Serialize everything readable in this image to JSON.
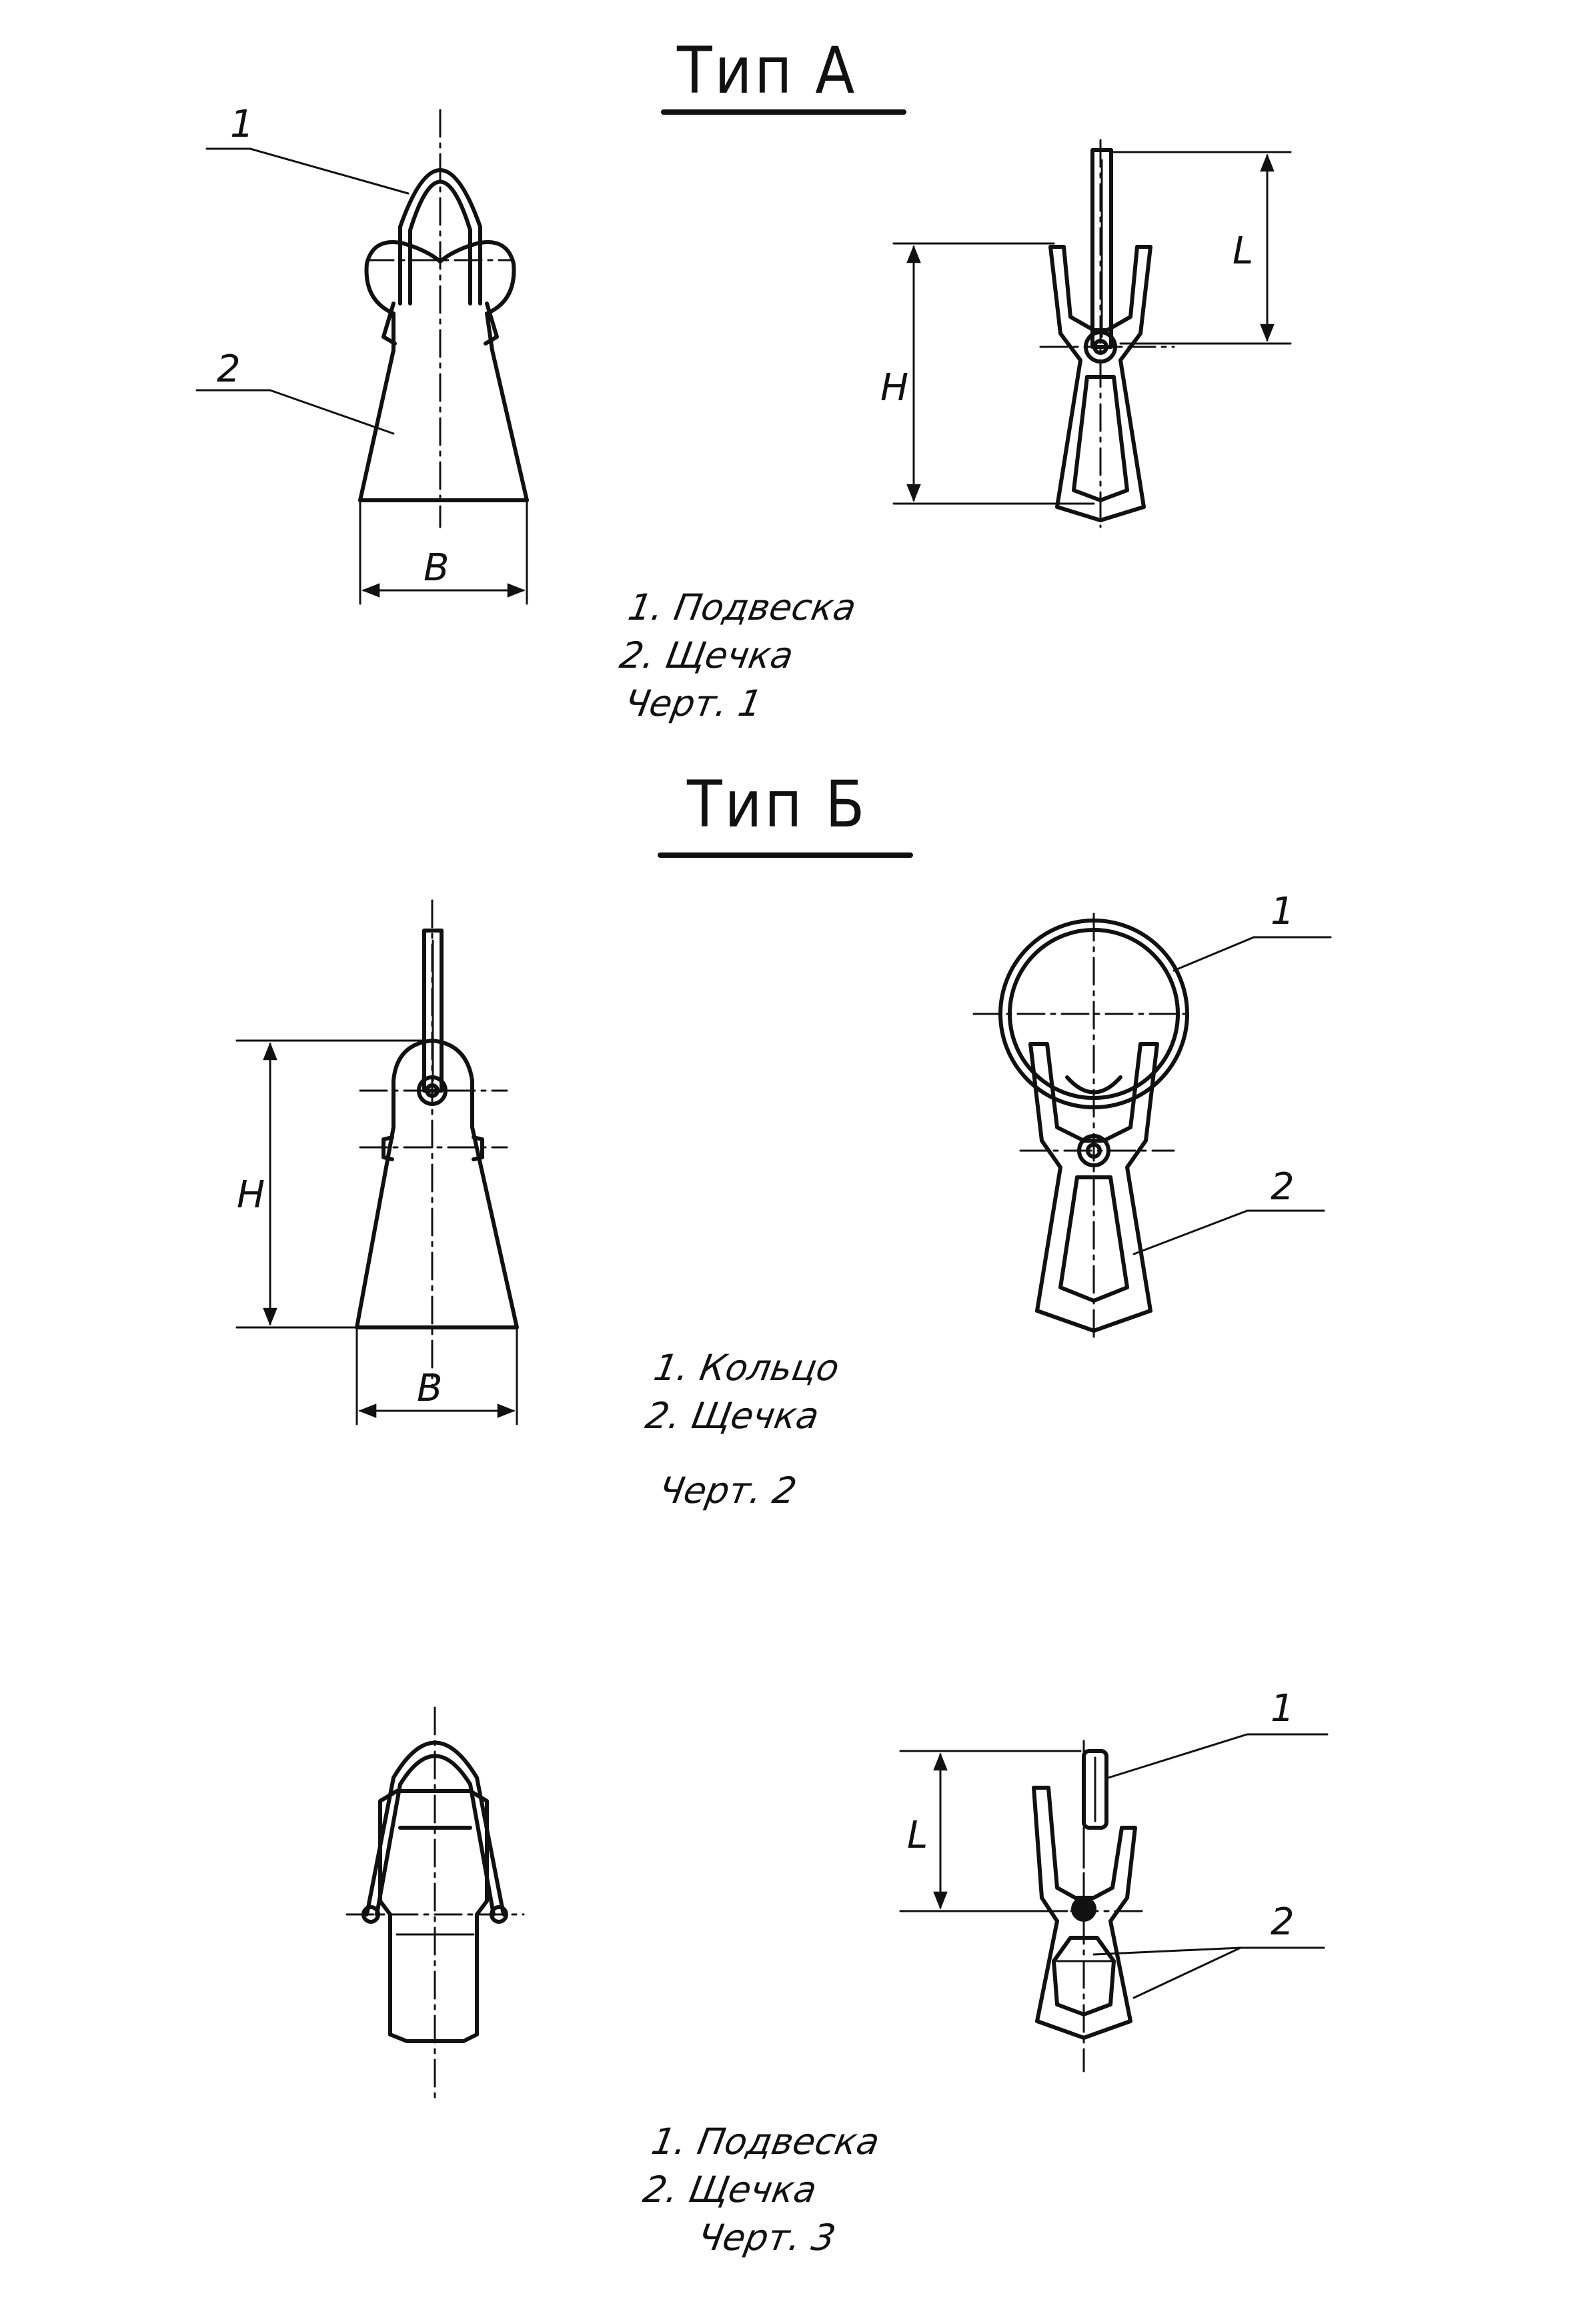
{
  "titles": {
    "type_a": "Тип А",
    "type_b": "Тип Б"
  },
  "callouts": {
    "part1": "1",
    "part2": "2"
  },
  "dimensions": {
    "width": "В",
    "height": "Н",
    "length": "L"
  },
  "fig1": {
    "item1": "1. Подвеска",
    "item2": "2. Щечка",
    "caption": "Черт. 1"
  },
  "fig2": {
    "item1": "1. Кольцо",
    "item2": "2. Щечка",
    "caption": "Черт. 2"
  },
  "fig3": {
    "item1": "1. Подвеска",
    "item2": "2. Щечка",
    "caption": "Черт. 3"
  }
}
